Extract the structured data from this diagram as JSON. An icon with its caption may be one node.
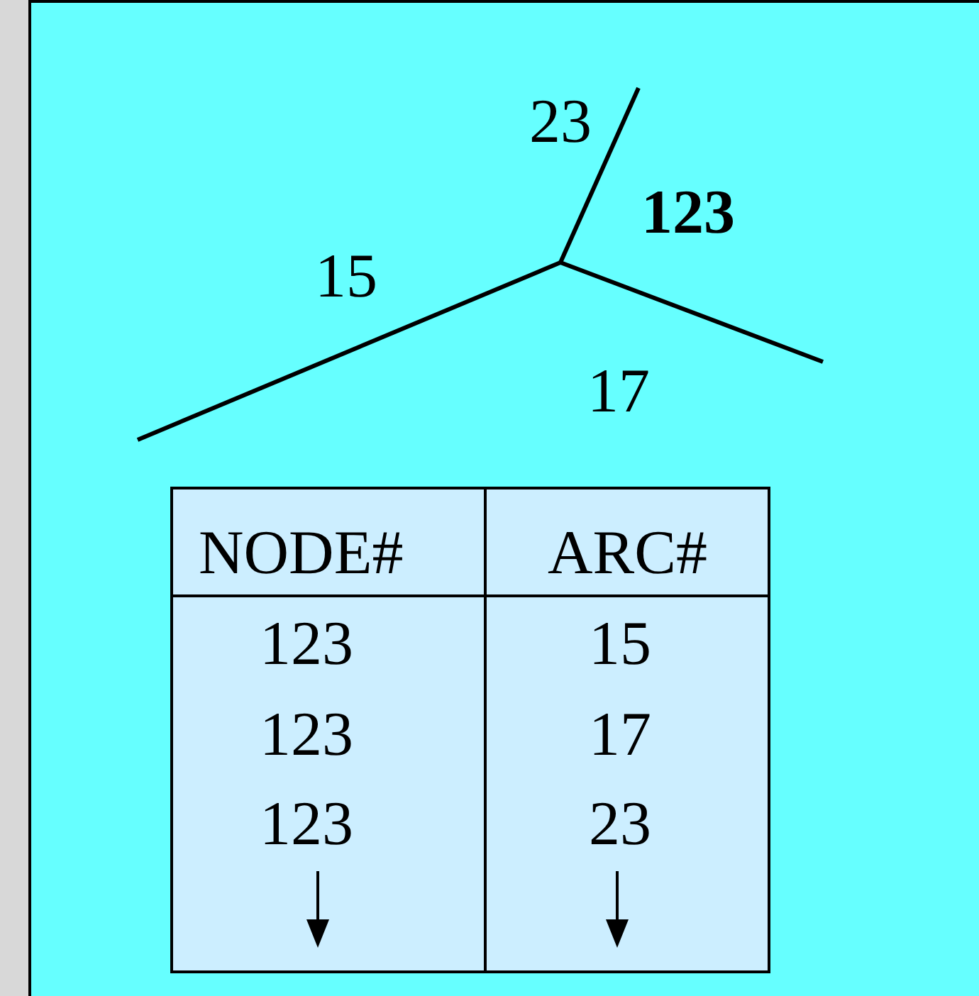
{
  "diagram": {
    "labels": [
      "23",
      "123",
      "15",
      "17",
      "NODE#",
      "ARC#",
      "123",
      "15",
      "123",
      "17",
      "123",
      "23"
    ]
  }
}
